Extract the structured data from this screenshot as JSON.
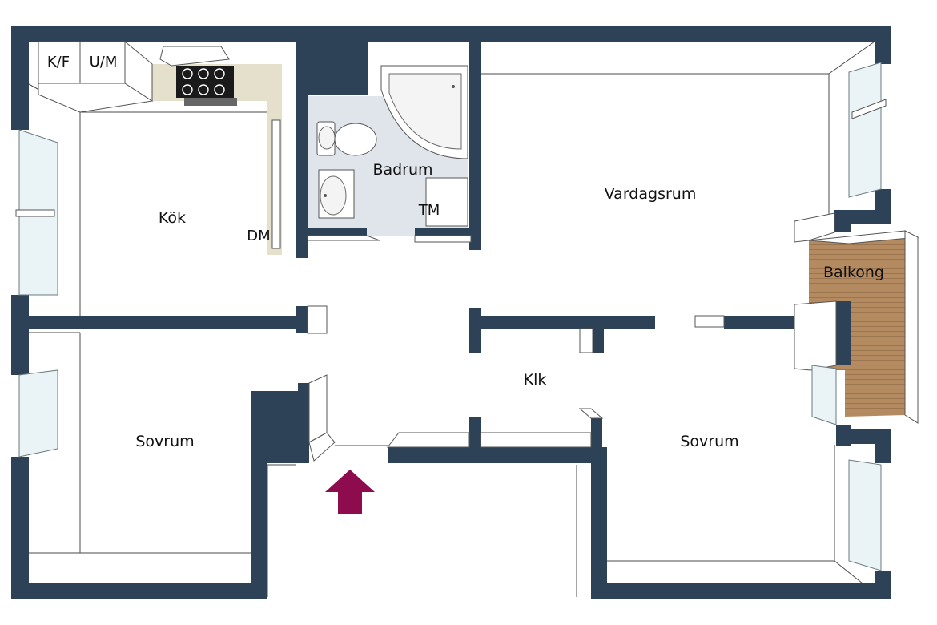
{
  "colors": {
    "wall": "#2d4256",
    "bathroom_floor": "#dfe5ea",
    "counter": "#e4e0cc",
    "balcony_wood": "#b48a60",
    "entrance_arrow": "#8e0b4e"
  },
  "rooms": {
    "kitchen": "Kök",
    "bathroom": "Badrum",
    "living_room": "Vardagsrum",
    "balcony": "Balkong",
    "hall": "Klk",
    "bedroom_left": "Sovrum",
    "bedroom_right": "Sovrum"
  },
  "fixtures": {
    "fridge_freezer": "K/F",
    "oven_microwave": "U/M",
    "dishwasher": "DM",
    "washing_machine": "TM"
  },
  "icons": {
    "entrance": "entrance-arrow-icon",
    "stove": "stove-icon",
    "bathtub": "bathtub-icon",
    "toilet": "toilet-icon",
    "sink": "sink-icon"
  }
}
